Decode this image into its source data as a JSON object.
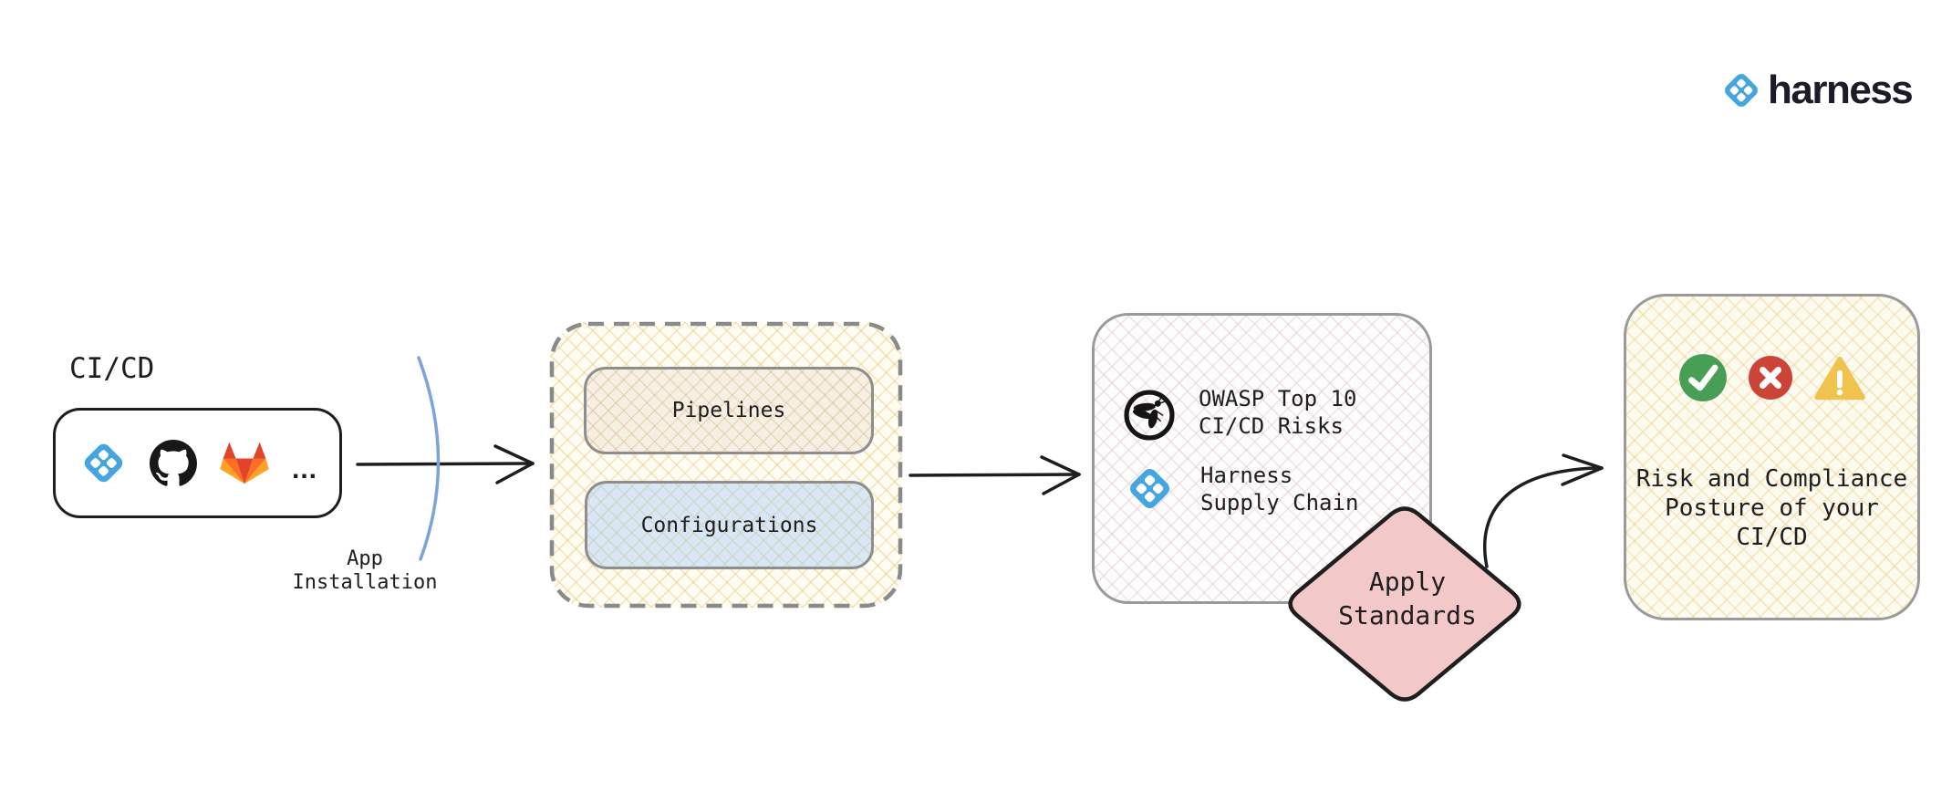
{
  "brand": {
    "wordmark": "harness",
    "logo_icon": "harness-diamond-icon"
  },
  "nodes": {
    "cicd_source": {
      "label": "CI/CD",
      "icons": [
        "harness-icon",
        "github-icon",
        "gitlab-icon"
      ],
      "more": "..."
    },
    "app_installation": {
      "lines": [
        "App",
        "Installation"
      ]
    },
    "ingest_group": {
      "pipelines_label": "Pipelines",
      "configurations_label": "Configurations"
    },
    "standards": {
      "owasp_icon": "owasp-wasp-icon",
      "owasp_lines": [
        "OWASP Top 10",
        "CI/CD Risks"
      ],
      "harness_icon": "harness-icon",
      "harness_lines": [
        "Harness",
        "Supply Chain"
      ]
    },
    "apply_standards": {
      "lines": [
        "Apply",
        "Standards"
      ]
    },
    "result": {
      "icons": [
        "check-circle-icon",
        "cross-circle-icon",
        "warning-triangle-icon"
      ],
      "lines": [
        "Risk and Compliance",
        "Posture of your",
        "CI/CD"
      ]
    }
  },
  "colors": {
    "ink": "#1e1e1e",
    "box_border_grey": "#8e8e8e",
    "dashed_border_grey": "#8a8a8a",
    "harness_blue": "#45a5e0",
    "installation_arc_blue": "#7da4d8",
    "diamond_pink_fill": "#f3c8c8",
    "pipelines_tan_fill": "#f6efe2",
    "configurations_blue_fill": "#d8e6f5",
    "group_yellow_hatch": "#e9c671",
    "check_green": "#499e56",
    "cross_red": "#cc4437",
    "warning_yellow": "#f0c24e",
    "github_black": "#191717",
    "gitlab_orange": "#fc6d26",
    "gitlab_red": "#e24329",
    "gitlab_yellow": "#fca326",
    "wordmark_color": "#1b1b29"
  }
}
